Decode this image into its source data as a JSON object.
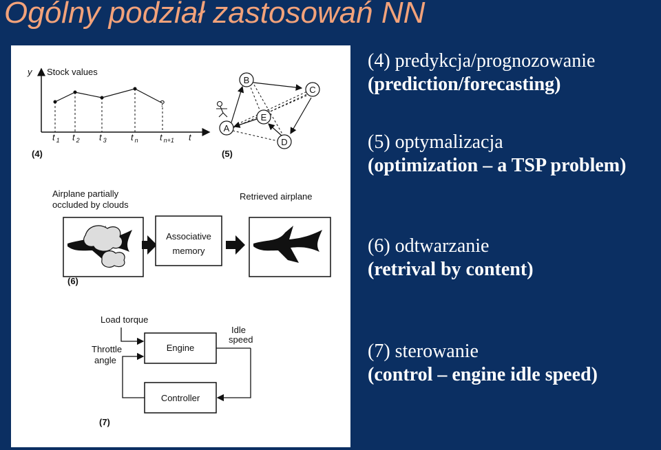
{
  "slide": {
    "title": "Ogólny podział zastosowań NN",
    "items": [
      {
        "pl": "(4) predykcja/prognozowanie",
        "en": "(prediction/forecasting)"
      },
      {
        "pl": "(5) optymalizacja",
        "en": "(optimization – a TSP problem)"
      },
      {
        "pl": "(6) odtwarzanie",
        "en": "(retrival by content)"
      },
      {
        "pl": "(7) sterowanie",
        "en": "(control – engine idle speed)"
      }
    ]
  },
  "figure": {
    "stock": {
      "y_axis": "y",
      "x_axis": "t",
      "label": "Stock values",
      "question": "?",
      "ticks": [
        {
          "base": "t",
          "sub": "1"
        },
        {
          "base": "t",
          "sub": "2"
        },
        {
          "base": "t",
          "sub": "3"
        },
        {
          "base": "t",
          "sub": "n"
        },
        {
          "base": "t",
          "sub": "n+1"
        }
      ],
      "panel_label": "(4)"
    },
    "tsp": {
      "nodes": [
        "A",
        "B",
        "C",
        "D",
        "E"
      ],
      "panel_label": "(5)"
    },
    "retrieval": {
      "left_label_1": "Airplane partially",
      "left_label_2": "occluded by clouds",
      "right_label": "Retrieved airplane",
      "memory_1": "Associative",
      "memory_2": "memory",
      "panel_label": "(6)"
    },
    "control": {
      "load_torque": "Load torque",
      "throttle_1": "Throttle",
      "throttle_2": "angle",
      "engine": "Engine",
      "idle_1": "Idle",
      "idle_2": "speed",
      "controller": "Controller",
      "panel_label": "(7)"
    }
  }
}
